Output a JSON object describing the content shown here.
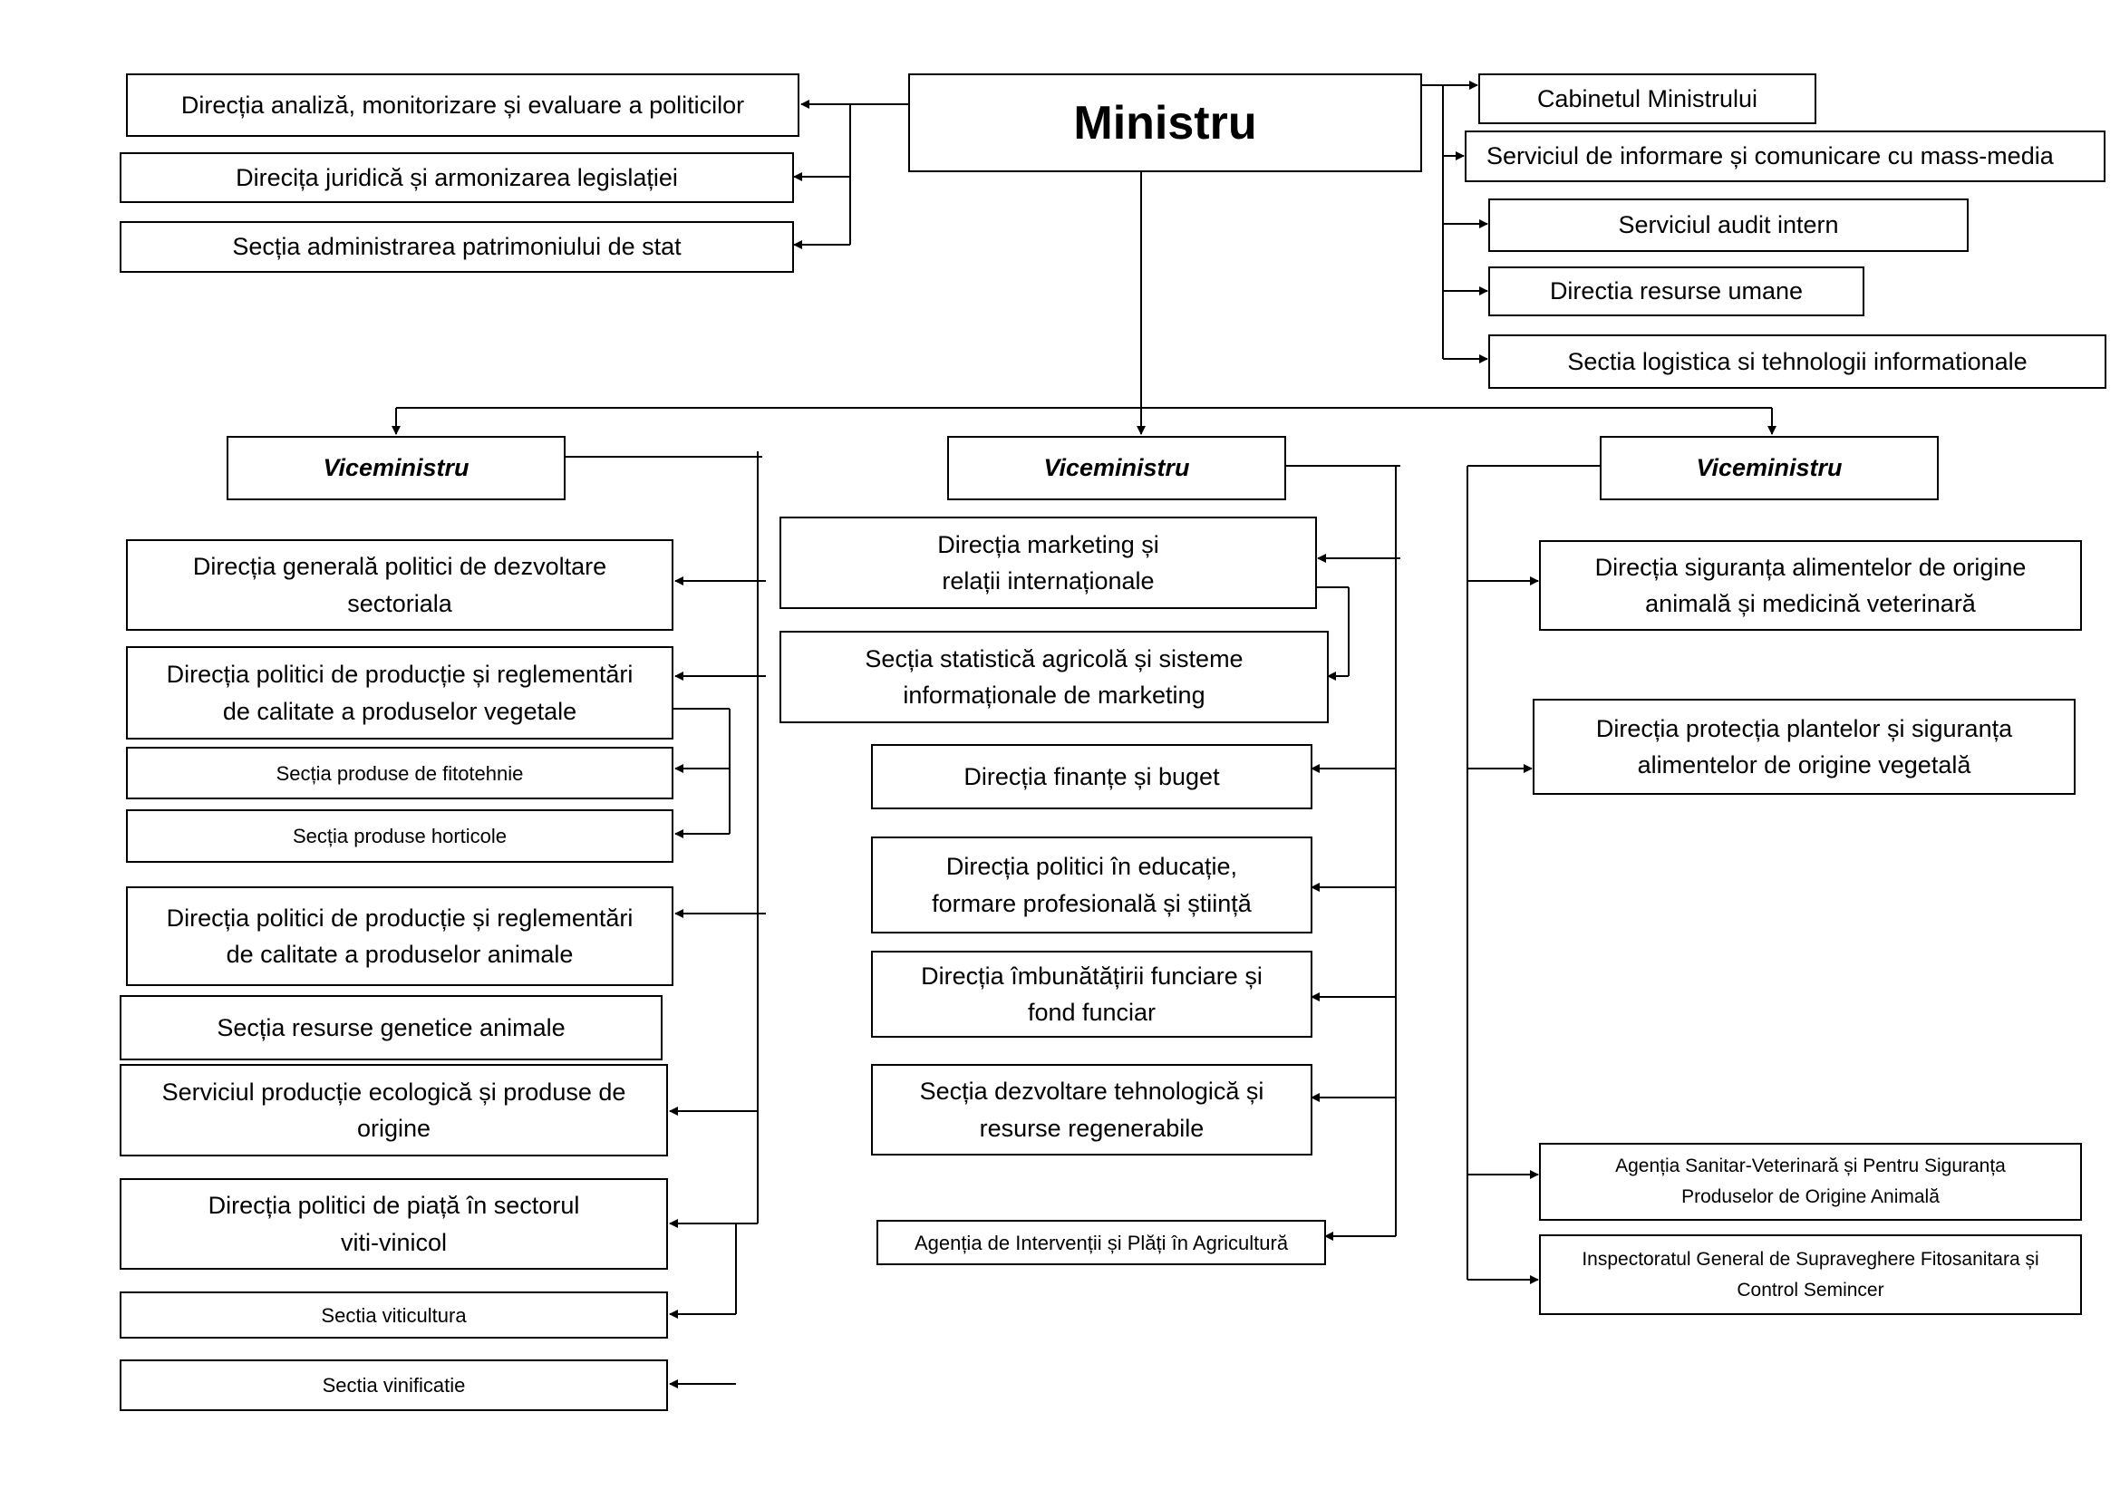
{
  "top": {
    "minister": "Ministru",
    "left_boxes": [
      "Direcția analiză, monitorizare și evaluare a politicilor",
      "Direcița juridică și armonizarea legislației",
      "Secția administrarea patrimoniului de stat"
    ],
    "right_boxes": [
      "Cabinetul Ministrului",
      "Serviciul de informare și comunicare cu mass-media",
      "Serviciul audit intern",
      "Directia resurse umane",
      "Sectia logistica si tehnologii informationale"
    ]
  },
  "left_branch": {
    "viceminister": "Viceministru",
    "units": [
      "Direcția generală politici de dezvoltare\nsectoriala",
      "Direcția politici de producție și reglementări\nde calitate a produselor vegetale",
      "Secția produse de fitotehnie",
      "Secția produse horticole",
      "Direcția politici de producție și reglementări\nde calitate a produselor animale",
      "Secția resurse genetice animale",
      "Serviciul producție ecologică și produse de\norigine",
      "Direcția politici de piață în sectorul\nviti-vinicol",
      "Sectia viticultura",
      "Sectia vinificatie"
    ]
  },
  "middle_branch": {
    "viceminister": "Viceministru",
    "units": [
      "Direcția marketing și\nrelații   internaționale",
      "Secția statistică agricolă și sisteme\ninformaționale de marketing",
      "Direcția finanțe și buget",
      "Direcția politici în educație,\nformare profesională și știință",
      "Direcția îmbunătățirii funciare și\nfond funciar",
      "Secția dezvoltare tehnologică și\nresurse regenerabile",
      "Agenția de Intervenții și Plăți în Agricultură"
    ]
  },
  "right_branch": {
    "viceminister": "Viceministru",
    "units": [
      "Direcția siguranța alimentelor de origine\nanimală și medicină veterinară",
      "Direcția protecția plantelor și siguranța\nalimentelor de origine vegetală",
      "Agenția Sanitar-Veterinară și Pentru Siguranța\nProduselor de Origine Animală",
      "Inspectoratul General de Supraveghere Fitosanitara și\nControl Semincer"
    ]
  }
}
